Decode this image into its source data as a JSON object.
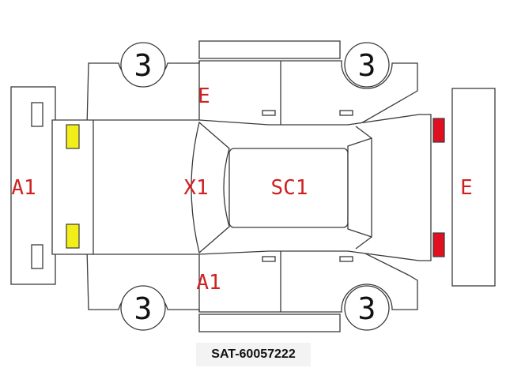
{
  "diagram": {
    "wheels": [
      "3",
      "3",
      "3",
      "3"
    ],
    "labels": {
      "front_bumper": "A1",
      "rear_bumper": "E",
      "hood": "X1",
      "roof": "SC1",
      "upper_side": "E",
      "lower_side": "A1"
    },
    "colors": {
      "line": "#3a3a3a",
      "label": "#d02020",
      "headlight": "#f2ee1a",
      "taillight": "#e01020"
    }
  },
  "footer": {
    "code": "SAT-60057222"
  }
}
